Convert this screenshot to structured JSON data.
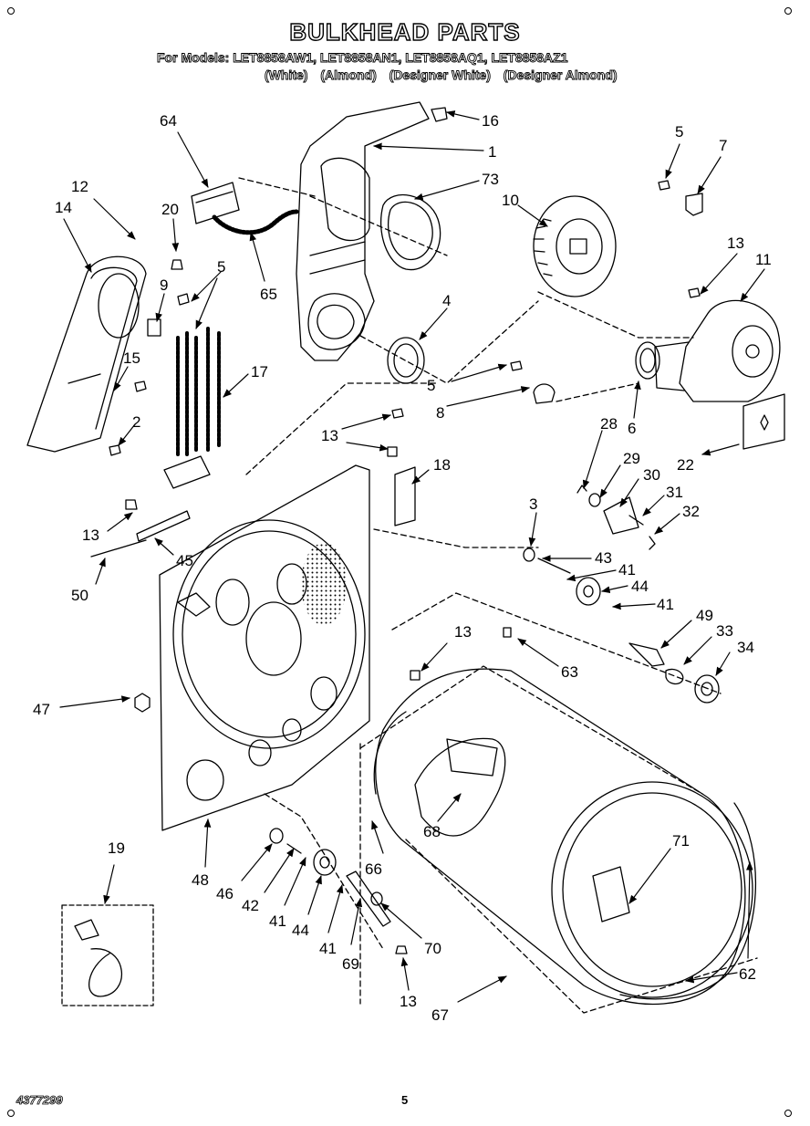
{
  "header": {
    "title": "BULKHEAD PARTS",
    "models_line": "For Models: LET8858AW1, LET8858AN1, LET8858AQ1, LET8858AZ1",
    "colors": [
      "(White)",
      "(Almond)",
      "(Designer White)",
      "(Designer Almond)"
    ]
  },
  "callouts": [
    {
      "id": "c64",
      "label": "64"
    },
    {
      "id": "c16",
      "label": "16"
    },
    {
      "id": "c1",
      "label": "1"
    },
    {
      "id": "c5a",
      "label": "5"
    },
    {
      "id": "c7",
      "label": "7"
    },
    {
      "id": "c12",
      "label": "12"
    },
    {
      "id": "c20",
      "label": "20"
    },
    {
      "id": "c73",
      "label": "73"
    },
    {
      "id": "c10",
      "label": "10"
    },
    {
      "id": "c14",
      "label": "14"
    },
    {
      "id": "c5b",
      "label": "5"
    },
    {
      "id": "c13a",
      "label": "13"
    },
    {
      "id": "c11",
      "label": "11"
    },
    {
      "id": "c9",
      "label": "9"
    },
    {
      "id": "c65",
      "label": "65"
    },
    {
      "id": "c4",
      "label": "4"
    },
    {
      "id": "c15",
      "label": "15"
    },
    {
      "id": "c17",
      "label": "17"
    },
    {
      "id": "c5c",
      "label": "5"
    },
    {
      "id": "c2",
      "label": "2"
    },
    {
      "id": "c13b",
      "label": "13"
    },
    {
      "id": "c8",
      "label": "8"
    },
    {
      "id": "c6",
      "label": "6"
    },
    {
      "id": "c28",
      "label": "28"
    },
    {
      "id": "c18",
      "label": "18"
    },
    {
      "id": "c29",
      "label": "29"
    },
    {
      "id": "c22",
      "label": "22"
    },
    {
      "id": "c30",
      "label": "30"
    },
    {
      "id": "c31",
      "label": "31"
    },
    {
      "id": "c3",
      "label": "3"
    },
    {
      "id": "c32",
      "label": "32"
    },
    {
      "id": "c13c",
      "label": "13"
    },
    {
      "id": "c45",
      "label": "45"
    },
    {
      "id": "c43",
      "label": "43"
    },
    {
      "id": "c41a",
      "label": "41"
    },
    {
      "id": "c50",
      "label": "50"
    },
    {
      "id": "c44a",
      "label": "44"
    },
    {
      "id": "c41b",
      "label": "41"
    },
    {
      "id": "c13d",
      "label": "13"
    },
    {
      "id": "c49",
      "label": "49"
    },
    {
      "id": "c33",
      "label": "33"
    },
    {
      "id": "c34",
      "label": "34"
    },
    {
      "id": "c63",
      "label": "63"
    },
    {
      "id": "c47",
      "label": "47"
    },
    {
      "id": "c68",
      "label": "68"
    },
    {
      "id": "c71",
      "label": "71"
    },
    {
      "id": "c19",
      "label": "19"
    },
    {
      "id": "c66",
      "label": "66"
    },
    {
      "id": "c48",
      "label": "48"
    },
    {
      "id": "c46",
      "label": "46"
    },
    {
      "id": "c42",
      "label": "42"
    },
    {
      "id": "c41c",
      "label": "41"
    },
    {
      "id": "c44b",
      "label": "44"
    },
    {
      "id": "c41d",
      "label": "41"
    },
    {
      "id": "c70",
      "label": "70"
    },
    {
      "id": "c69",
      "label": "69"
    },
    {
      "id": "c62",
      "label": "62"
    },
    {
      "id": "c13e",
      "label": "13"
    },
    {
      "id": "c67",
      "label": "67"
    }
  ],
  "footer": {
    "doc_number": "4377299",
    "page": "5"
  }
}
